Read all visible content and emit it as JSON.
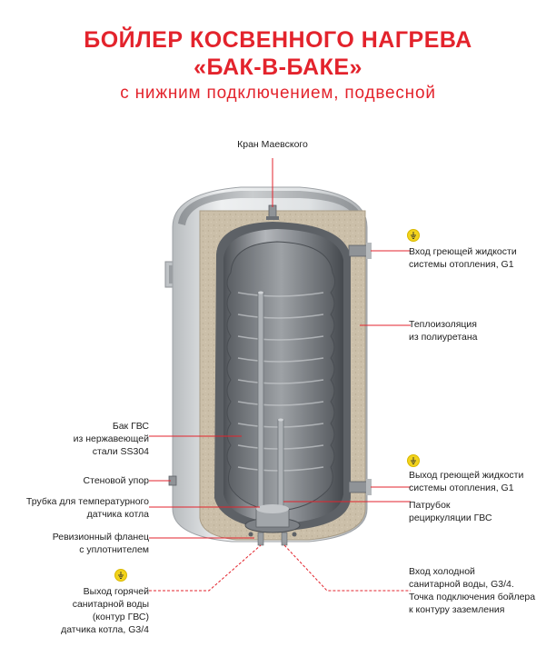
{
  "title": {
    "line1": "БОЙЛЕР КОСВЕННОГО НАГРЕВА",
    "line2": "«БАК-В-БАКЕ»",
    "line3": "с нижним подключением, подвесной"
  },
  "labels": {
    "air_valve": [
      "Кран Маевского"
    ],
    "heating_inlet": [
      "Вход греющей жидкости",
      "системы отопления, G1"
    ],
    "insulation": [
      "Теплоизоляция",
      "из полиуретана"
    ],
    "dhw_tank": [
      "Бак ГВС",
      "из нержавеющей",
      "стали SS304"
    ],
    "wall_stop": [
      "Стеновой упор"
    ],
    "sensor_tube": [
      "Трубка для температурного",
      "датчика котла"
    ],
    "heating_outlet": [
      "Выход греющей жидкости",
      "системы отопления, G1"
    ],
    "recirculation": [
      "Патрубок",
      "рециркуляции ГВС"
    ],
    "flange": [
      "Ревизионный фланец",
      "с уплотнителем"
    ],
    "hot_outlet": [
      "Выход горячей",
      "санитарной воды",
      "(контур ГВС)",
      "датчика котла, G3/4"
    ],
    "cold_inlet": [
      "Вход холодной",
      "санитарной воды, G3/4.",
      "Точка подключения бойлера",
      "к контуру заземления"
    ]
  },
  "colors": {
    "accent": "#e3232c",
    "ground_icon": "#f2d31c",
    "insulation": "#c9bda7",
    "outer_shell": "#d9dcde",
    "inner_tank": "#7b7f84"
  },
  "icons": [
    "ground-symbol-icon"
  ]
}
